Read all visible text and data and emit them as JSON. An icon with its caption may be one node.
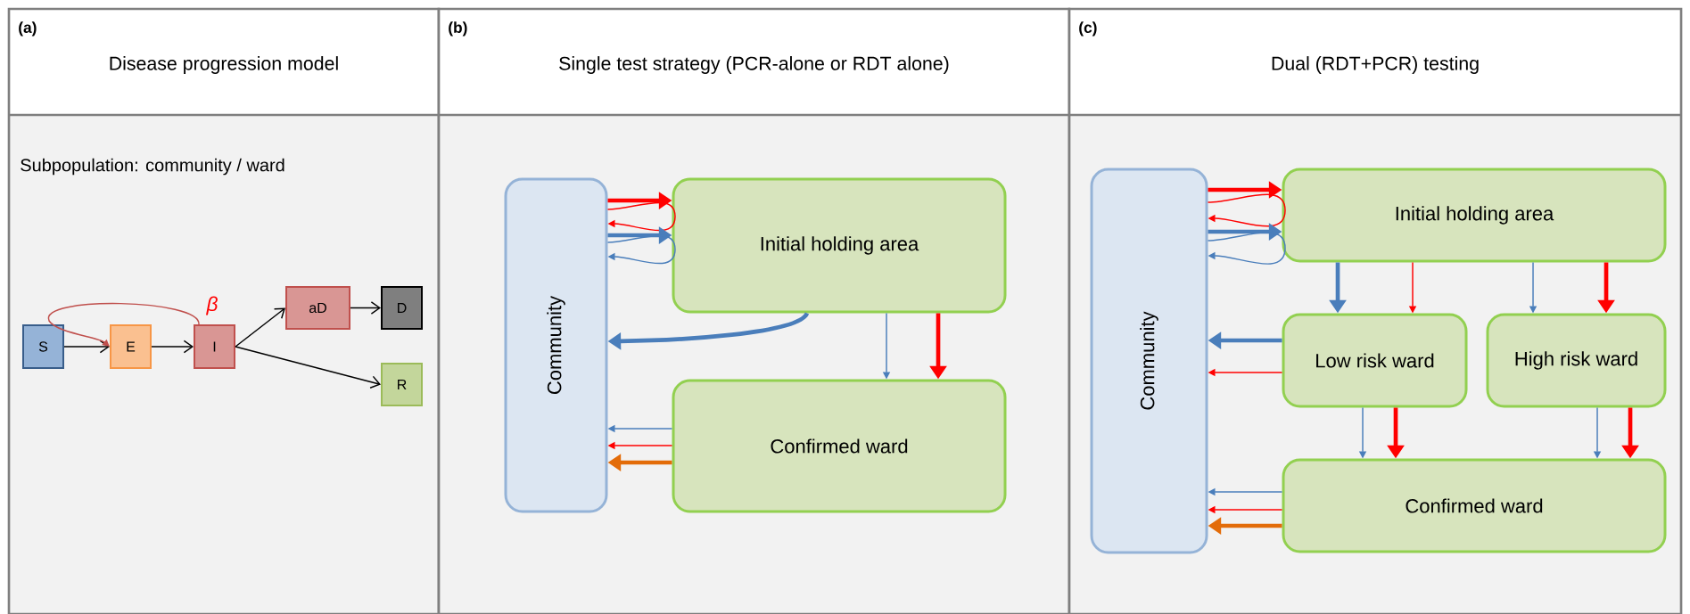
{
  "diagram": {
    "nodes": [
      {
        "text": [
          "(a)",
          "Disease progression model"
        ]
      },
      {
        "text": [
          "S"
        ],
        "in": 0
      },
      {
        "text": [
          "E"
        ],
        "in": 0
      },
      {
        "text": [
          "I"
        ],
        "in": 0
      },
      {
        "text": [
          "aD"
        ],
        "in": 0
      },
      {
        "text": [
          "D"
        ],
        "in": 0
      },
      {
        "text": [
          "R"
        ],
        "in": 0
      },
      {
        "text": [
          "(b)",
          "Single test strategy (PCR-alone or RDT alone)"
        ]
      },
      {
        "text": [
          "Community"
        ],
        "in": 7
      },
      {
        "text": [
          "Initial holding area"
        ],
        "in": 7
      },
      {
        "text": [
          "Confirmed ward"
        ],
        "in": 7
      },
      {
        "text": [
          "(c)",
          "Dual (RDT+PCR) testing"
        ]
      },
      {
        "text": [
          "Community"
        ],
        "in": 11
      },
      {
        "text": [
          "Initial holding area"
        ],
        "in": 11
      },
      {
        "text": [
          "Low risk ward"
        ],
        "in": 11
      },
      {
        "text": [
          "High risk ward"
        ],
        "in": 11
      },
      {
        "text": [
          "Confirmed ward"
        ],
        "in": 11
      }
    ],
    "edges": [
      {
        "from": 1,
        "to": 2,
        "arrow": "to",
        "color": "#000000"
      },
      {
        "from": 2,
        "to": 3,
        "arrow": "to",
        "color": "#000000"
      },
      {
        "from": 3,
        "to": 4,
        "arrow": "to",
        "color": "#000000"
      },
      {
        "from": 4,
        "to": 5,
        "arrow": "to",
        "color": "#000000"
      },
      {
        "from": 3,
        "to": 6,
        "arrow": "to",
        "color": "#000000"
      },
      {
        "from": 3,
        "to": 2,
        "arrow": "to",
        "label": "β",
        "color": "#c0504d"
      },
      {
        "from": 8,
        "to": 9,
        "arrow": "to",
        "style": "thick",
        "color": "#ff0000"
      },
      {
        "from": 8,
        "to": 8,
        "arrow": "to",
        "color": "#ff0000"
      },
      {
        "from": 8,
        "to": 9,
        "arrow": "to",
        "style": "thick",
        "color": "#4a7ebb"
      },
      {
        "from": 8,
        "to": 8,
        "arrow": "to",
        "color": "#4a7ebb"
      },
      {
        "from": 9,
        "to": 8,
        "arrow": "to",
        "style": "thick",
        "color": "#4a7ebb"
      },
      {
        "from": 9,
        "to": 10,
        "arrow": "to",
        "color": "#4a7ebb"
      },
      {
        "from": 9,
        "to": 10,
        "arrow": "to",
        "style": "thick",
        "color": "#ff0000"
      },
      {
        "from": 10,
        "to": 8,
        "arrow": "to",
        "color": "#4a7ebb"
      },
      {
        "from": 10,
        "to": 8,
        "arrow": "to",
        "color": "#ff0000"
      },
      {
        "from": 10,
        "to": 8,
        "arrow": "to",
        "style": "thick",
        "color": "#e36c09"
      },
      {
        "from": 12,
        "to": 13,
        "arrow": "to",
        "style": "thick",
        "color": "#ff0000"
      },
      {
        "from": 12,
        "to": 12,
        "arrow": "to",
        "color": "#ff0000"
      },
      {
        "from": 12,
        "to": 13,
        "arrow": "to",
        "style": "thick",
        "color": "#4a7ebb"
      },
      {
        "from": 12,
        "to": 12,
        "arrow": "to",
        "color": "#4a7ebb"
      },
      {
        "from": 13,
        "to": 14,
        "arrow": "to",
        "style": "thick",
        "color": "#4a7ebb"
      },
      {
        "from": 13,
        "to": 14,
        "arrow": "to",
        "color": "#ff0000"
      },
      {
        "from": 13,
        "to": 15,
        "arrow": "to",
        "color": "#4a7ebb"
      },
      {
        "from": 13,
        "to": 15,
        "arrow": "to",
        "style": "thick",
        "color": "#ff0000"
      },
      {
        "from": 14,
        "to": 12,
        "arrow": "to",
        "style": "thick",
        "color": "#4a7ebb"
      },
      {
        "from": 14,
        "to": 12,
        "arrow": "to",
        "color": "#ff0000"
      },
      {
        "from": 14,
        "to": 16,
        "arrow": "to",
        "color": "#4a7ebb"
      },
      {
        "from": 14,
        "to": 16,
        "arrow": "to",
        "style": "thick",
        "color": "#ff0000"
      },
      {
        "from": 15,
        "to": 16,
        "arrow": "to",
        "color": "#4a7ebb"
      },
      {
        "from": 15,
        "to": 16,
        "arrow": "to",
        "style": "thick",
        "color": "#ff0000"
      },
      {
        "from": 16,
        "to": 12,
        "arrow": "to",
        "color": "#4a7ebb"
      },
      {
        "from": 16,
        "to": 12,
        "arrow": "to",
        "color": "#ff0000"
      },
      {
        "from": 16,
        "to": 12,
        "arrow": "to",
        "style": "thick",
        "color": "#e36c09"
      }
    ],
    "labels": [
      "Subpopulation: community / ward"
    ]
  }
}
